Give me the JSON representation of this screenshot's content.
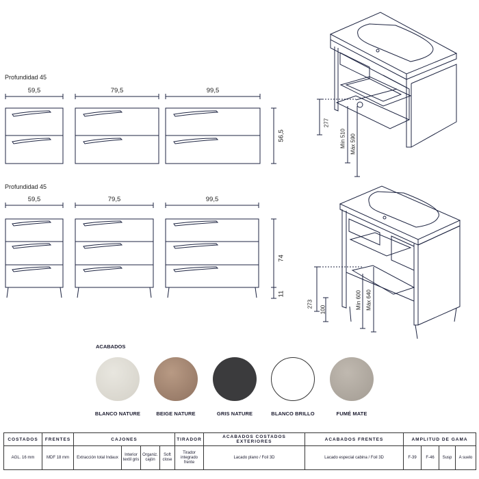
{
  "section_top": {
    "depth_label": "Profundidad 45",
    "widths": [
      "59,5",
      "79,5",
      "99,5"
    ],
    "height": "56,5"
  },
  "section_bottom": {
    "depth_label": "Profundidad 45",
    "widths": [
      "59,5",
      "79,5",
      "99,5"
    ],
    "height": "74",
    "leg_height": "11"
  },
  "iso_top": {
    "dim_277": "277",
    "dim_min": "Mín 510",
    "dim_max": "Máx 590"
  },
  "iso_bottom": {
    "dim_273": "273",
    "dim_100": "100",
    "dim_min": "Mín 600",
    "dim_max": "Máx 640"
  },
  "finishes": {
    "title": "ACABADOS",
    "items": [
      {
        "name": "BLANCO NATURE",
        "color": "#dcdad3"
      },
      {
        "name": "BEIGE NATURE",
        "color": "#a98a74"
      },
      {
        "name": "GRIS NATURE",
        "color": "#3a3a3c"
      },
      {
        "name": "BLANCO BRILLO",
        "color": "#ffffff"
      },
      {
        "name": "FUMÉ MATE",
        "color": "#b3aca2"
      }
    ]
  },
  "spec_table": {
    "headers": {
      "costados": "COSTADOS",
      "frentes": "FRENTES",
      "cajones": "CAJONES",
      "tirador": "TIRADOR",
      "acab_costados": "ACABADOS COSTADOS EXTERIORES",
      "acab_frentes": "ACABADOS FRENTES",
      "amplitud": "AMPLITUD DE GAMA"
    },
    "row": {
      "costados": "AGL. 16 mm",
      "frentes": "MDF 18 mm",
      "cajon_1": "Extracción total Indaux",
      "cajon_2": "Interior textil gris",
      "cajon_3": "Organiz. cajón",
      "cajon_4": "Soft close",
      "tirador": "Tirador integrado frente",
      "acab_costados": "Lacado plano / Foil 3D",
      "acab_frentes": "Lacado especial cabina / Foil 3D",
      "g1": "F-39",
      "g2": "F-46",
      "g3": "Susp",
      "g4": "A suelo"
    }
  }
}
